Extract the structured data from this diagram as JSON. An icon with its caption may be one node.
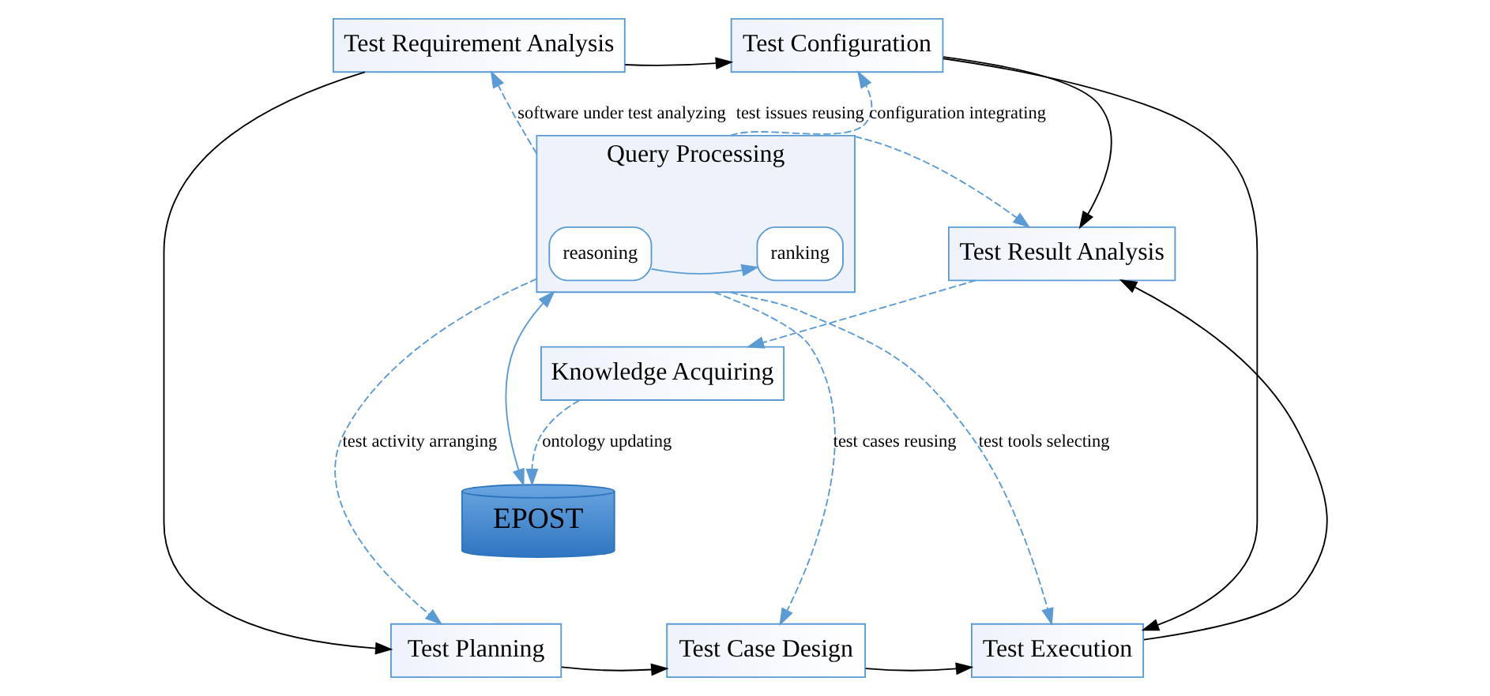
{
  "diagram": {
    "nodes": [
      {
        "text": [
          "Test Requirement Analysis"
        ]
      },
      {
        "text": [
          "Test Configuration"
        ]
      },
      {
        "text": [
          "Query Processing"
        ]
      },
      {
        "text": [
          "reasoning"
        ],
        "in": 2
      },
      {
        "text": [
          "ranking"
        ],
        "in": 2
      },
      {
        "text": [
          "EPOST"
        ]
      },
      {
        "text": [
          "Test Result Analysis"
        ]
      },
      {
        "text": [
          "Knowledge Acquiring"
        ]
      },
      {
        "text": [
          "Test Planning"
        ]
      },
      {
        "text": [
          "Test Case Design"
        ]
      },
      {
        "text": [
          "Test Execution"
        ]
      }
    ],
    "edges": [
      {
        "from": 0,
        "to": 1,
        "arrow": "to",
        "color": "#000000"
      },
      {
        "from": 0,
        "to": 8,
        "arrow": "to",
        "color": "#000000"
      },
      {
        "from": 1,
        "to": 6,
        "arrow": "to",
        "color": "#000000"
      },
      {
        "from": 1,
        "to": 10,
        "arrow": "to",
        "color": "#000000"
      },
      {
        "from": 8,
        "to": 9,
        "arrow": "to",
        "color": "#000000"
      },
      {
        "from": 9,
        "to": 10,
        "arrow": "to",
        "color": "#000000"
      },
      {
        "from": 10,
        "to": 6,
        "arrow": "to",
        "color": "#000000"
      },
      {
        "from": 2,
        "to": 0,
        "arrow": "to",
        "label": "software under test analyzing",
        "style": "dashed"
      },
      {
        "from": 2,
        "to": 1,
        "arrow": "to",
        "label": "configuration integrating",
        "style": "dashed"
      },
      {
        "from": 2,
        "to": 6,
        "arrow": "to",
        "label": "test issues reusing",
        "style": "dashed"
      },
      {
        "from": 2,
        "to": 8,
        "arrow": "to",
        "label": "test activity arranging",
        "style": "dashed"
      },
      {
        "from": 2,
        "to": 9,
        "arrow": "to",
        "label": "test cases reusing",
        "style": "dashed"
      },
      {
        "from": 2,
        "to": 10,
        "arrow": "to",
        "label": "test tools selecting",
        "style": "dashed"
      },
      {
        "from": 3,
        "to": 4,
        "arrow": "to"
      },
      {
        "from": 2,
        "to": 5,
        "arrow": "both"
      },
      {
        "from": 6,
        "to": 7,
        "arrow": "to",
        "style": "dashed"
      },
      {
        "from": 7,
        "to": 5,
        "arrow": "to",
        "label": "ontology updating",
        "style": "dashed"
      }
    ]
  }
}
